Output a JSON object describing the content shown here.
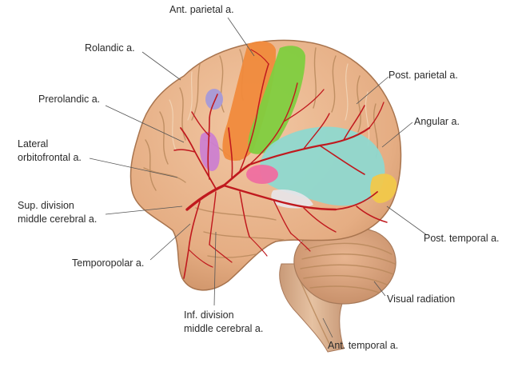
{
  "labels": {
    "ant_parietal": "Ant. parietal a.",
    "rolandic": "Rolandic a.",
    "prerolandic": "Prerolandic a.",
    "lateral_orbitofrontal_1": "Lateral",
    "lateral_orbitofrontal_2": "orbitofrontal a.",
    "sup_division_1": "Sup. division",
    "sup_division_2": "middle cerebral a.",
    "temporopolar": "Temporopolar a.",
    "inf_division_1": "Inf. division",
    "inf_division_2": "middle cerebral a.",
    "post_parietal": "Post. parietal a.",
    "angular": "Angular a.",
    "post_temporal": "Post. temporal a.",
    "visual_radiation": "Visual radiation",
    "ant_temporal": "Ant. temporal a."
  },
  "colors": {
    "brain": "#e9b48b",
    "brain_shadow": "#c98f63",
    "cerebellum": "#d9a27a",
    "brainstem": "#dcb08c",
    "ant_parietal_region": "#f08a3c",
    "rolandic_region": "#7fce3f",
    "visual_radiation_region": "#8fd8cf",
    "angular_region": "#f1c84a",
    "broca_region": "#cc7fd0",
    "frontal_eye_region": "#a79ad8",
    "temporal_pink_region": "#ef6ea0",
    "artery": "#c0191e"
  }
}
